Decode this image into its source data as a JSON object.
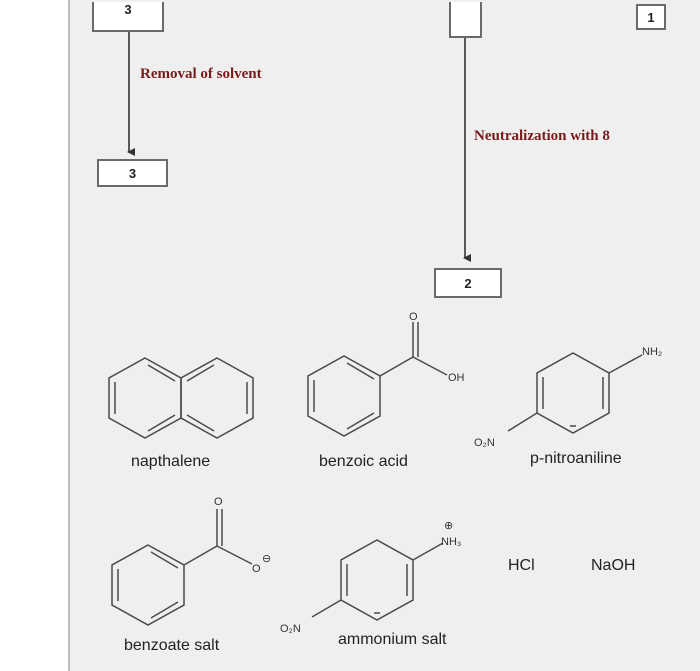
{
  "boxes": {
    "top_left": "3",
    "top_middle": "",
    "top_right": "1",
    "middle_left": "3",
    "middle_center": "2"
  },
  "steps": {
    "removal": "Removal of solvent",
    "neutralization": "Neutralization with 8"
  },
  "compounds": {
    "napthalene": "napthalene",
    "benzoic_acid": "benzoic acid",
    "p_nitroaniline": "p-nitroaniline",
    "benzoate_salt": "benzoate salt",
    "ammonium_salt": "ammonium salt"
  },
  "reagents": {
    "hcl": "HCl",
    "naoh": "NaOH"
  },
  "atoms": {
    "o": "O",
    "oh": "OH",
    "nh2": "NH₂",
    "o2n": "O₂N",
    "o_minus": "O",
    "minus_sign": "⊖",
    "nh3": "NH₃",
    "plus_sign": "⊕"
  },
  "colors": {
    "step_label": "#7a1b1b",
    "panel_bg": "#efefef"
  }
}
